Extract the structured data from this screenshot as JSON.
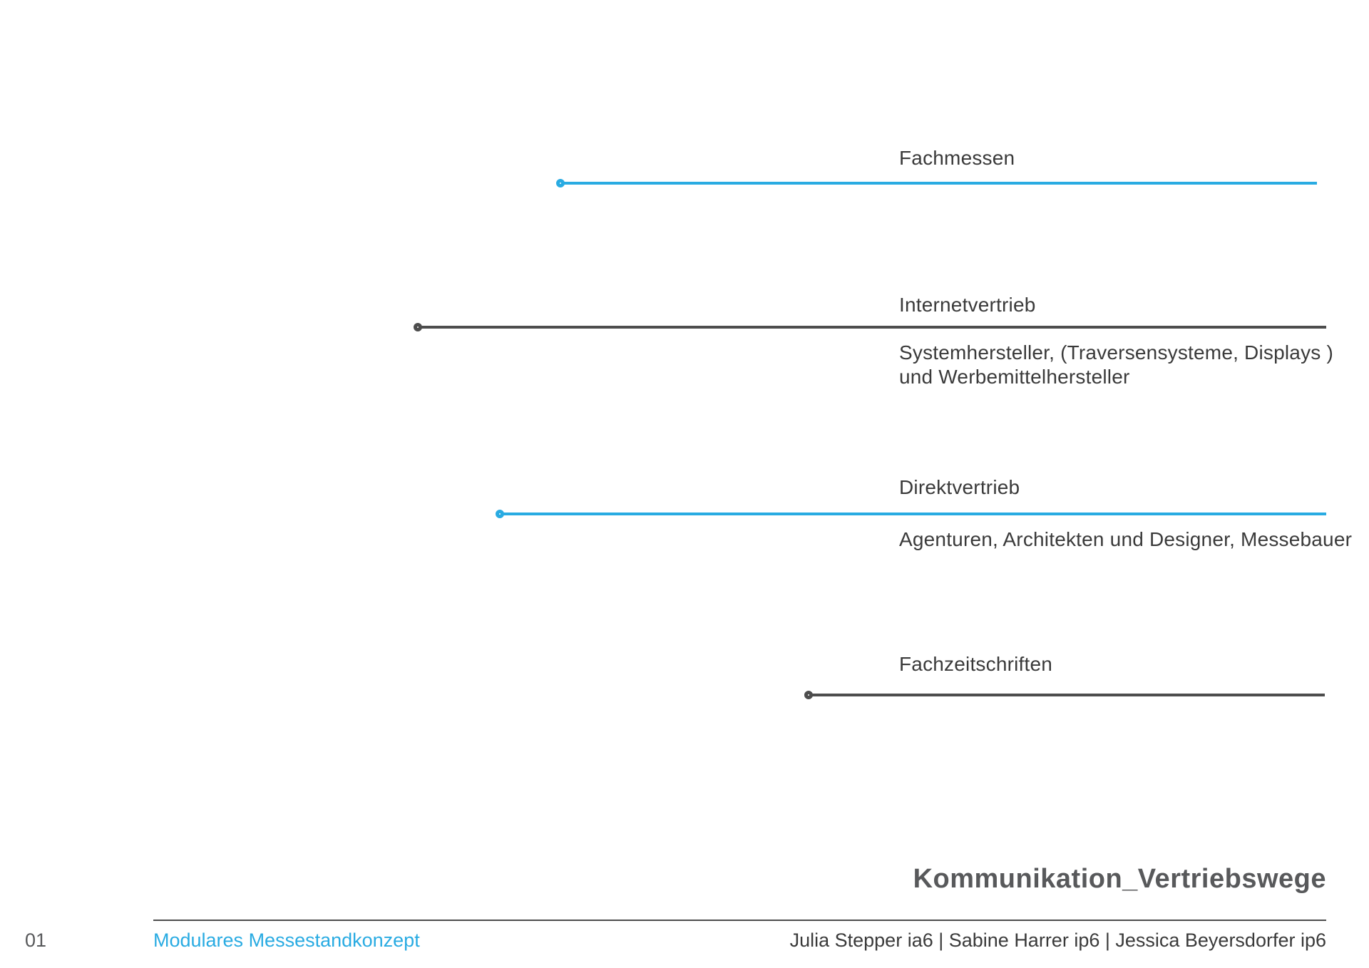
{
  "page": {
    "slide_title": "Kommunikation_Vertriebswege",
    "page_number": "01",
    "project_name": "Modulares Messestandkonzept",
    "authors": "Julia Stepper ia6 | Sabine Harrer ip6 | Jessica Beyersdorfer ip6"
  },
  "colors": {
    "accent_blue": "#29ABE2",
    "line_gray": "#4D4D4D",
    "text_dark": "#3A3A3A",
    "title_gray": "#58595B"
  },
  "channels": [
    {
      "label": "Fachmessen",
      "sublabel": "",
      "color": "blue"
    },
    {
      "label": "Internetvertrieb",
      "sublabel": "Systemhersteller, (Traversensysteme, Displays )\nund Werbemittelhersteller",
      "color": "gray"
    },
    {
      "label": "Direktvertrieb",
      "sublabel": "Agenturen, Architekten und Designer, Messebauer",
      "color": "blue"
    },
    {
      "label": "Fachzeitschriften",
      "sublabel": "",
      "color": "gray"
    }
  ]
}
